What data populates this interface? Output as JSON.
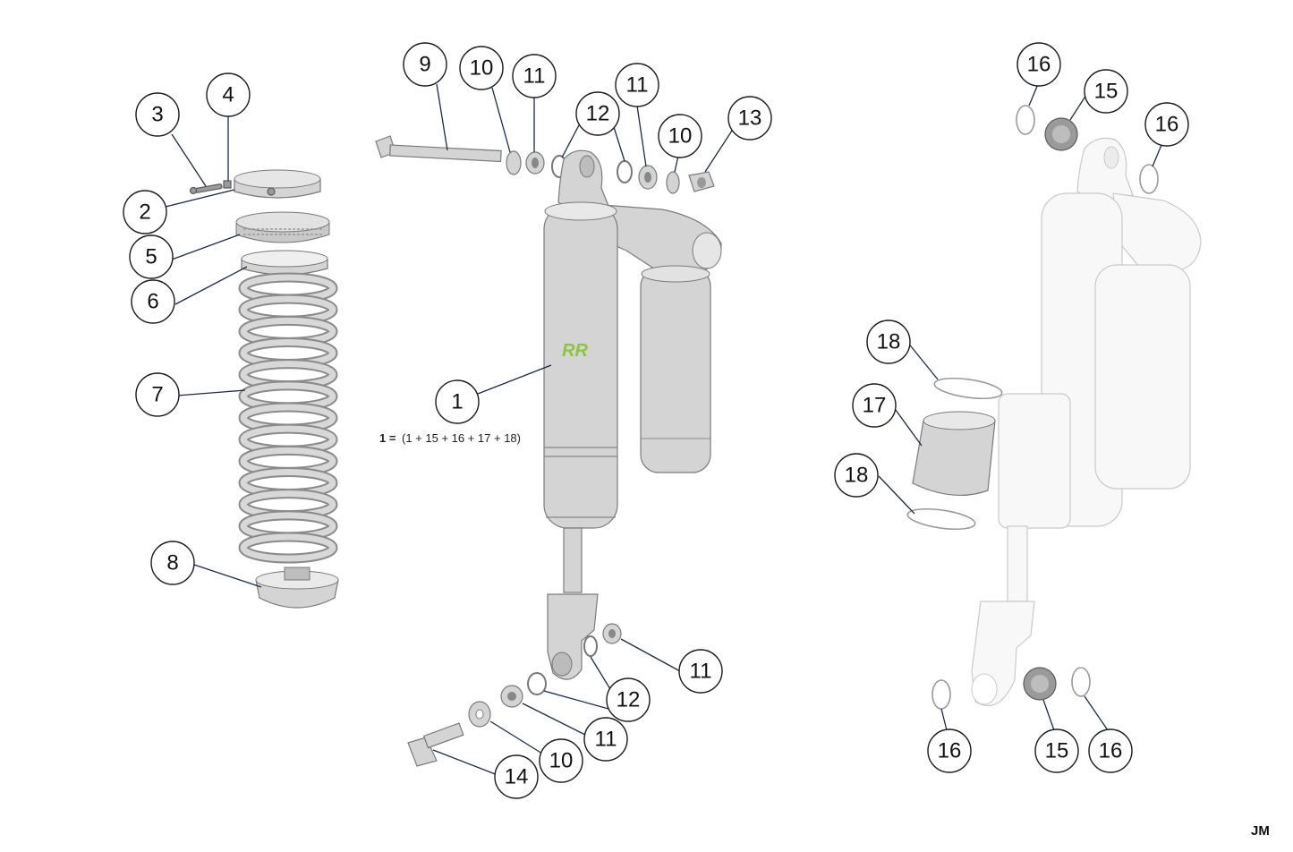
{
  "callouts": {
    "c1": "1",
    "c2": "2",
    "c3": "3",
    "c4": "4",
    "c5": "5",
    "c6": "6",
    "c7": "7",
    "c8": "8",
    "c9": "9",
    "c10a": "10",
    "c11a": "11",
    "c12a": "12",
    "c11b": "11",
    "c10b": "10",
    "c13": "13",
    "c11c": "11",
    "c12b": "12",
    "c11d": "11",
    "c10c": "10",
    "c14": "14",
    "c16a": "16",
    "c15a": "15",
    "c16b": "16",
    "c18a": "18",
    "c17": "17",
    "c18b": "18",
    "c16c": "16",
    "c15b": "15",
    "c16d": "16"
  },
  "formula": {
    "lead": "1 =",
    "body": "(1 + 15 + 16 + 17 + 18)"
  },
  "corner_mark": "JM",
  "logo_text": "RR",
  "colors": {
    "accent_logo": "#8cc63f",
    "metal": "#d4d4d4",
    "ghost": "#f8f8f8"
  }
}
